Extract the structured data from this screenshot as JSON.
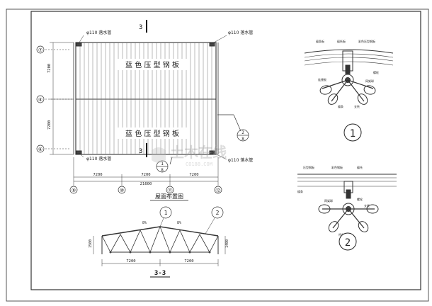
{
  "plan": {
    "roof_label_1": "蓝 色 压 型 钢 板",
    "roof_label_2": "蓝 色 压 型 钢 板",
    "downpipe_tl": "φ110 落水管",
    "downpipe_tr": "φ110 落水管",
    "downpipe_bl": "φ110 落水管",
    "downpipe_br": "φ110 落水管",
    "section_mark": "3",
    "dims_left": [
      "7200",
      "7200"
    ],
    "dims_bottom": [
      "7200",
      "7200",
      "7200"
    ],
    "dim_total": "21600",
    "axes_left": [
      "⑦",
      "④",
      "⑥"
    ],
    "axes_bottom": [
      "⑨",
      "⑩",
      "⑪",
      "⑫"
    ],
    "title": "屋面布置图"
  },
  "section": {
    "callout_1": "1",
    "callout_2": "2",
    "dim_a": "7200",
    "dim_b": "7200",
    "title": "3-3"
  },
  "detail1": {
    "number": "1",
    "labels": [
      "檩条板",
      "檩托板",
      "彩色压型钢板",
      "螺栓",
      "网架球",
      "连接板",
      "檩条",
      "支托"
    ]
  },
  "detail2": {
    "number": "2",
    "labels": [
      "压型钢板",
      "彩色钢板",
      "檩托",
      "檩条",
      "螺栓",
      "支托",
      "网架球",
      "杆件"
    ]
  },
  "watermark": {
    "text": "土木在线",
    "sub": "CO188.COM"
  }
}
